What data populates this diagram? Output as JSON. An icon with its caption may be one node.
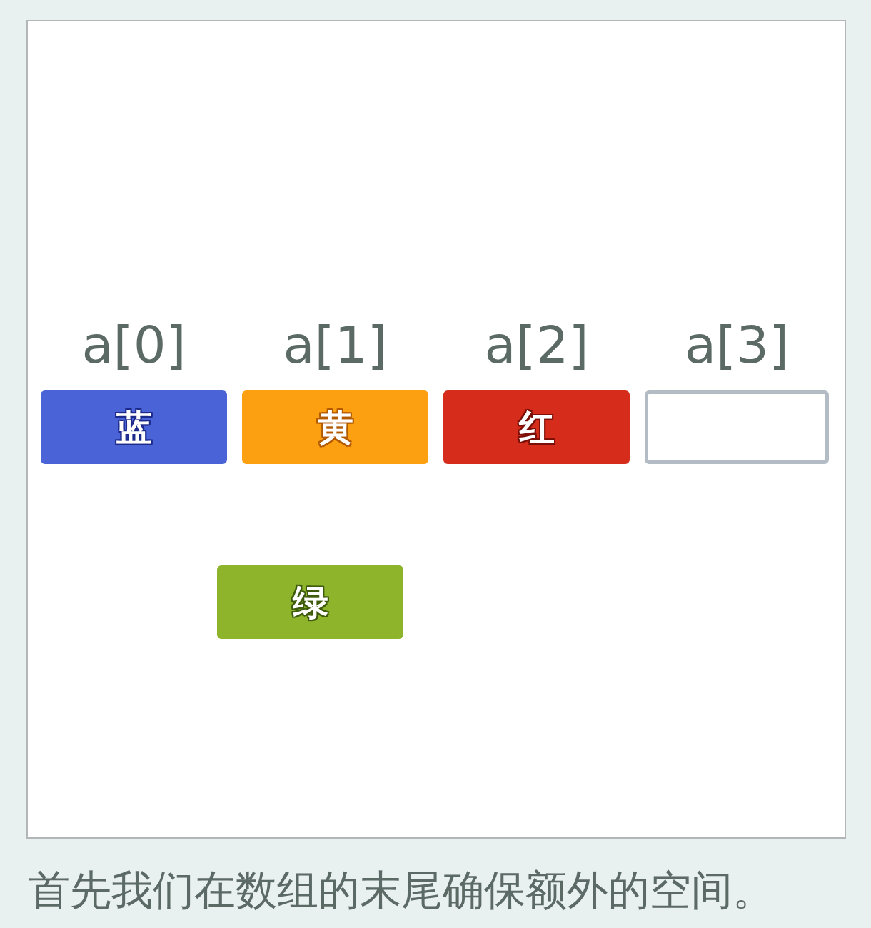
{
  "diagram": {
    "caption": "首先我们在数组的末尾确保额外的空间。",
    "nodes": [
      {
        "text": [
          "蓝"
        ],
        "beside": [
          "a[0]"
        ]
      },
      {
        "text": [
          "黄"
        ],
        "beside": [
          "a[1]"
        ]
      },
      {
        "text": [
          "红"
        ],
        "beside": [
          "a[2]"
        ]
      },
      {
        "text": [],
        "shape": "box",
        "beside": [
          "a[3]"
        ]
      },
      {
        "text": [
          "绿"
        ]
      }
    ]
  }
}
